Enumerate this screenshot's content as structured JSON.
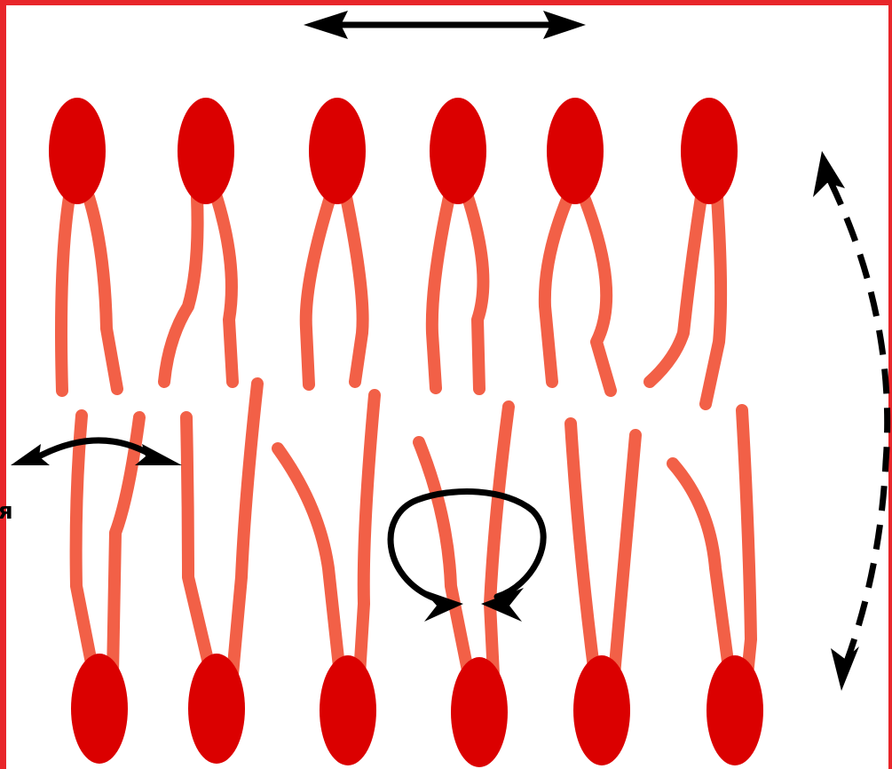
{
  "fragment_label": "я",
  "colors": {
    "head": "#db0000",
    "tail": "#f26047",
    "frame": "#e8262a",
    "arrow": "#000000"
  },
  "icons": [
    "lateral-diffusion-arrow",
    "flip-flop-arrow",
    "rotation-arrow",
    "flexion-arrow"
  ]
}
